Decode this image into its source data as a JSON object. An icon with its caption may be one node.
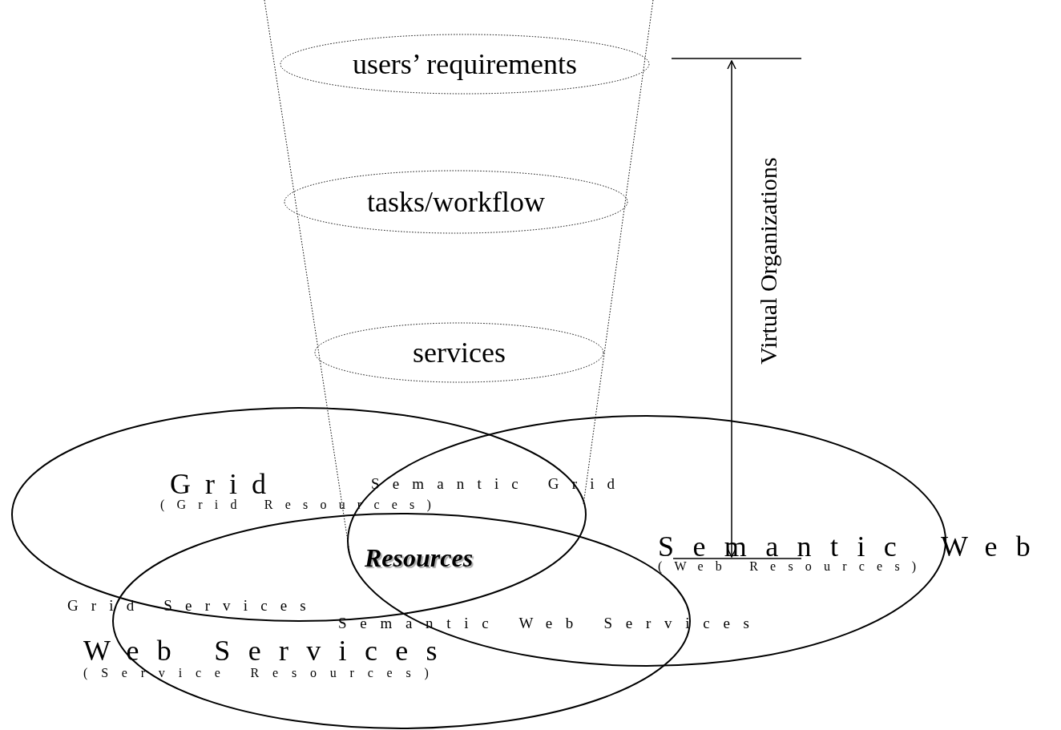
{
  "diagram": {
    "nodes": [
      {
        "text": [
          "users’ requirements"
        ]
      },
      {
        "text": [
          "tasks/workflow"
        ]
      },
      {
        "text": [
          "services"
        ]
      },
      {
        "text": [
          "Grid",
          "(Grid Resources)"
        ]
      },
      {
        "text": [
          "Semantic Web",
          "(Web Resources)"
        ]
      },
      {
        "text": [
          "Web Services",
          "(Service Resources)"
        ]
      }
    ],
    "edges": [],
    "labels": [
      "Virtual Organizations",
      "Semantic Grid",
      "Resources",
      "Grid Services",
      "Semantic Web Services"
    ]
  }
}
